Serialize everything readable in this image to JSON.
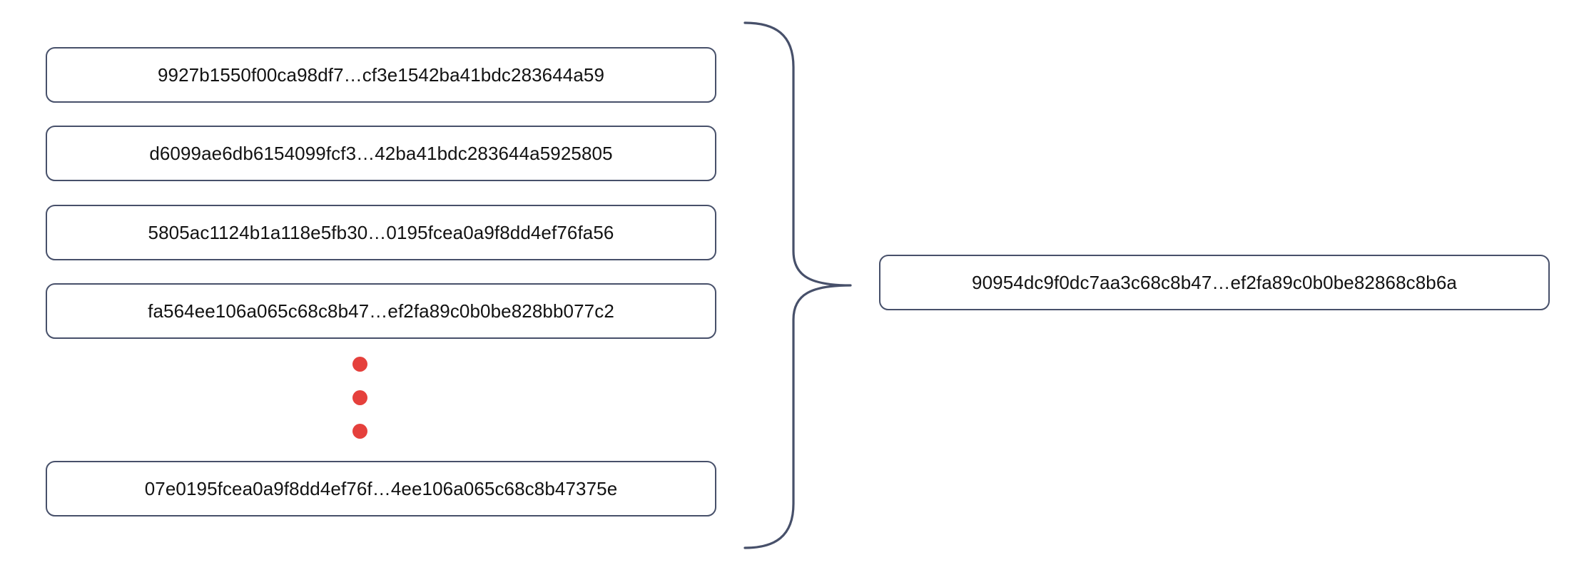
{
  "diagram": {
    "type": "merkle-hash-aggregation",
    "accent_color": "#47506a",
    "dot_color": "#e5403c",
    "text_color": "#121212",
    "background": "#ffffff",
    "inputs": {
      "label": "input-hash-list",
      "items": [
        {
          "id": "hash-1",
          "text": "9927b1550f00ca98df7…cf3e1542ba41bdc283644a59"
        },
        {
          "id": "hash-2",
          "text": "d6099ae6db6154099fcf3…42ba41bdc283644a5925805"
        },
        {
          "id": "hash-3",
          "text": "5805ac1124b1a118e5fb30…0195fcea0a9f8dd4ef76fa56"
        },
        {
          "id": "hash-4",
          "text": "fa564ee106a065c68c8b47…ef2fa89c0b0be828bb077c2"
        },
        {
          "id": "hash-n",
          "text": "07e0195fcea0a9f8dd4ef76f…4ee106a065c68c8b47375e"
        }
      ],
      "continuation": {
        "name": "vertical-ellipsis",
        "symbol": "⋮",
        "dot_count": 3
      }
    },
    "connector": {
      "name": "curly-brace",
      "glyph": "}",
      "direction": "right",
      "color": "#47506a"
    },
    "output": {
      "label": "aggregated-hash",
      "text": "90954dc9f0dc7aa3c68c8b47…ef2fa89c0b0be82868c8b6a"
    }
  }
}
